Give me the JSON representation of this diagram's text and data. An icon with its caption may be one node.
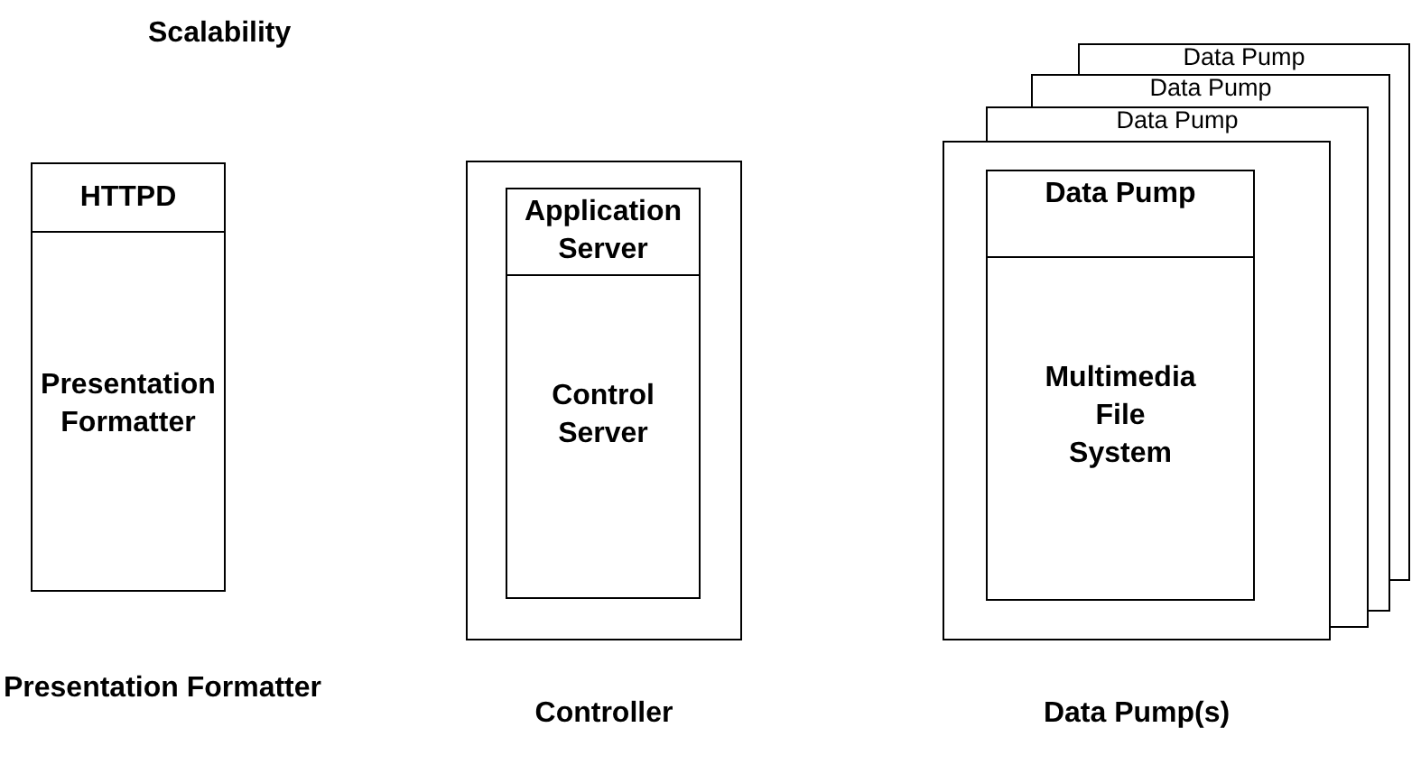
{
  "diagram": {
    "title": "Scalability",
    "nodes": [
      {
        "text": [
          "HTTPD",
          "Presentation Formatter"
        ],
        "beside": [
          "Presentation Formatter"
        ]
      },
      {
        "text": [],
        "shape": "box",
        "beside": [
          "Controller"
        ]
      },
      {
        "text": [
          "Application Server",
          "Control Server"
        ],
        "in": 1
      },
      {
        "text": [
          "Data Pump"
        ]
      },
      {
        "text": [
          "Data Pump"
        ]
      },
      {
        "text": [
          "Data Pump"
        ]
      },
      {
        "text": [],
        "shape": "box",
        "beside": [
          "Data Pump(s)"
        ]
      },
      {
        "text": [
          "Data Pump",
          "Multimedia File System"
        ],
        "in": 6
      }
    ],
    "edges": []
  }
}
